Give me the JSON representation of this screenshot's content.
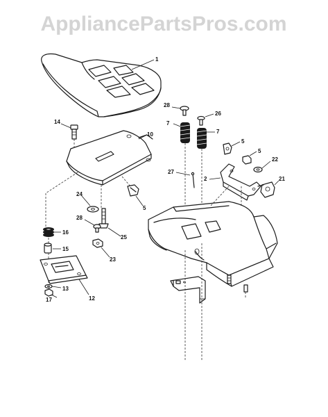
{
  "watermark": "AppliancePartsPros.com",
  "callouts": {
    "p1": "1",
    "p2": "2",
    "p5a": "5",
    "p5b": "5",
    "p5c": "5",
    "p7a": "7",
    "p7b": "7",
    "p10": "10",
    "p12": "12",
    "p13": "13",
    "p14": "14",
    "p15": "15",
    "p16": "16",
    "p17": "17",
    "p21": "21",
    "p22": "22",
    "p23": "23",
    "p24": "24",
    "p25": "25",
    "p26": "26",
    "p27": "27",
    "p28a": "28",
    "p28b": "28"
  }
}
